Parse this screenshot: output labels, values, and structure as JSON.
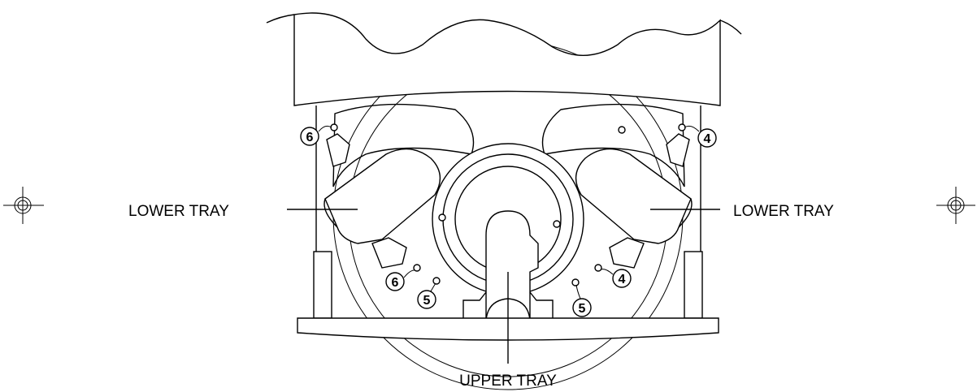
{
  "labels": {
    "lower_tray_left": "LOWER TRAY",
    "lower_tray_right": "LOWER TRAY",
    "upper_tray": "UPPER TRAY"
  },
  "markers": {
    "m6_top": "6",
    "m6_bottom": "6",
    "m5_left": "5",
    "m5_right": "5",
    "m4_top": "4",
    "m4_bottom": "4"
  },
  "colors": {
    "line": "#000000",
    "background": "#ffffff"
  }
}
